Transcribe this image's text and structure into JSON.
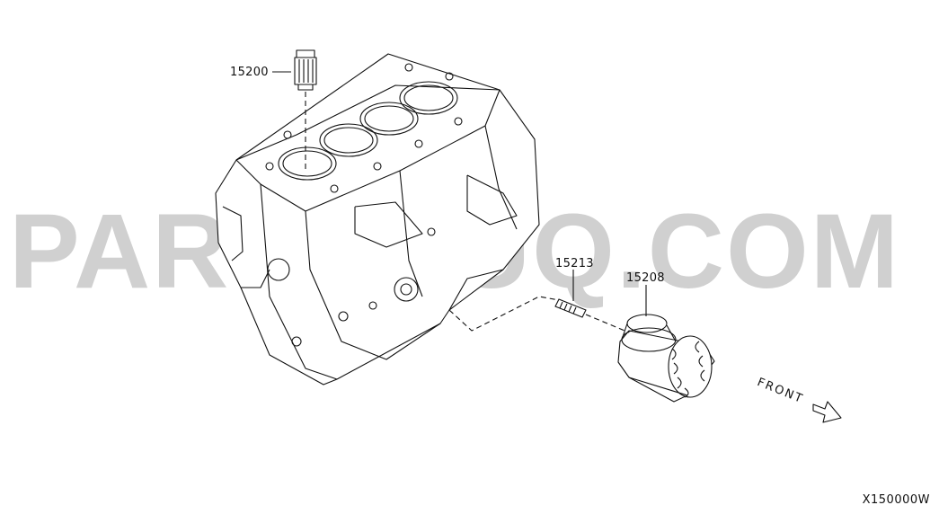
{
  "parts": {
    "p1": "15200",
    "p2": "15213",
    "p3": "15208"
  },
  "direction_label": "FRONT",
  "figure_code": "X150000W",
  "watermark_text": "PARTSOUQ.COM"
}
